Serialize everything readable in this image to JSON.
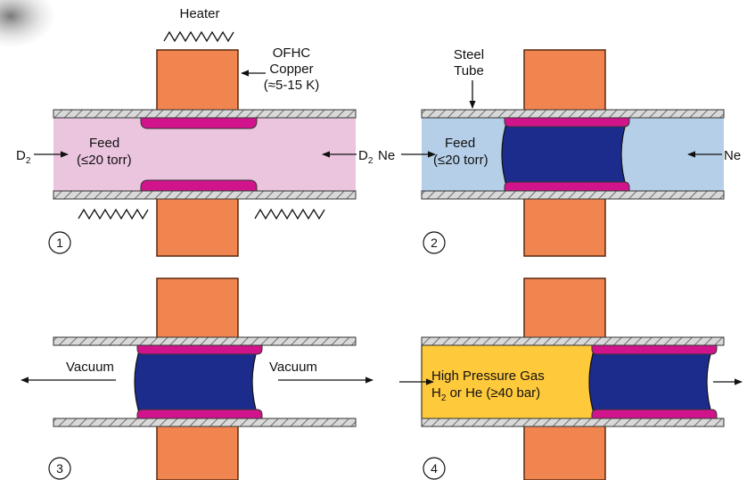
{
  "colors": {
    "copper": "#F08550",
    "copper_stroke": "#5a2a10",
    "feed_pink": "#EBC4DE",
    "feed_blue": "#B5CFE8",
    "solid_navy": "#1C2C8C",
    "deposit_magenta": "#D2148C",
    "gas_yellow": "#FFC93C",
    "tube_wall": "#d9d9d9"
  },
  "panel1": {
    "step": "1",
    "heater_label": "Heater",
    "copper_label_1": "OFHC",
    "copper_label_2": "Copper",
    "copper_label_3": "(≈5-15 K)",
    "left_gas": "D",
    "left_gas_sub": "2",
    "right_gas": "D",
    "right_gas_sub": "2",
    "feed_label": "Feed",
    "feed_pressure": "(≤20 torr)"
  },
  "panel2": {
    "step": "2",
    "tube_label_1": "Steel",
    "tube_label_2": "Tube",
    "left_gas": "Ne",
    "right_gas": "Ne",
    "feed_label": "Feed",
    "feed_pressure": "(≤20 torr)"
  },
  "panel3": {
    "step": "3",
    "left_label": "Vacuum",
    "right_label": "Vacuum"
  },
  "panel4": {
    "step": "4",
    "gas_label": "High Pressure Gas",
    "gas_formula_1": "H",
    "gas_formula_sub": "2",
    "gas_formula_2": " or He  (≥40 bar)"
  }
}
